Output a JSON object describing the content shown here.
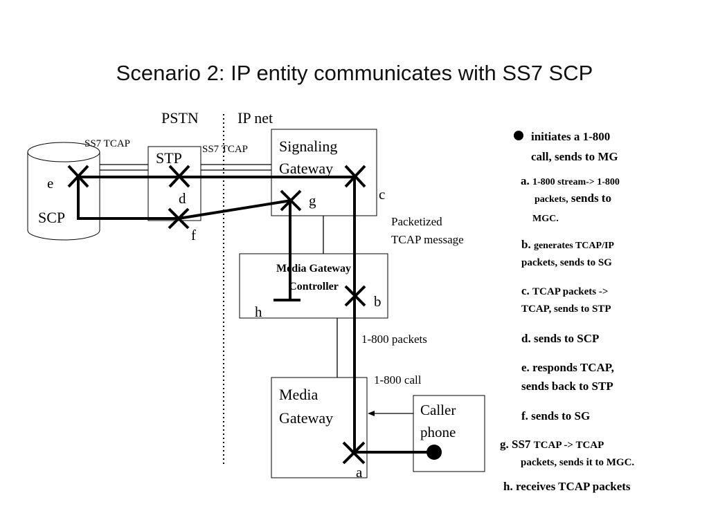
{
  "title": "Scenario 2: IP entity communicates with SS7 SCP",
  "regions": {
    "pstn": "PSTN",
    "ip_net": "IP net"
  },
  "nodes": {
    "scp": "SCP",
    "stp": "STP",
    "sg_line1": "Signaling",
    "sg_line2": "Gateway",
    "mgc_line1": "Media Gateway",
    "mgc_line2": "Controller",
    "mg_line1": "Media",
    "mg_line2": "Gateway",
    "phone_line1": "Caller",
    "phone_line2": "phone"
  },
  "points": {
    "a": "a",
    "b": "b",
    "c": "c",
    "d": "d",
    "e": "e",
    "f": "f",
    "g": "g",
    "h": "h"
  },
  "link_labels": {
    "scp_stp": "SS7 TCAP",
    "stp_sg": "SS7 TCAP",
    "packetized_1": "Packetized",
    "packetized_2": "TCAP  message",
    "packets_1800": "1-800 packets",
    "call_1800": "1-800 call"
  },
  "steps": {
    "bullet_1": "initiates a 1-800",
    "bullet_2": "call, sends to MG",
    "a_prefix": "a.",
    "a_1": "1-800 stream-> 1-800",
    "a_2a": "packets,",
    "a_2b": "sends to",
    "a_3": "MGC.",
    "b_prefix": "b.",
    "b_1": "generates TCAP/IP",
    "b_2": "packets, sends to SG",
    "c_prefix": "c.",
    "c_1": "TCAP packets ->",
    "c_2": "TCAP, sends to STP",
    "d": "d.  sends to SCP",
    "e_1": "e. responds TCAP,",
    "e_2": "sends back to STP",
    "f": "f. sends to SG",
    "g_prefix": "g. SS7",
    "g_1": "TCAP -> TCAP",
    "g_2": "packets,  sends it to MGC.",
    "h": "h. receives TCAP packets"
  }
}
